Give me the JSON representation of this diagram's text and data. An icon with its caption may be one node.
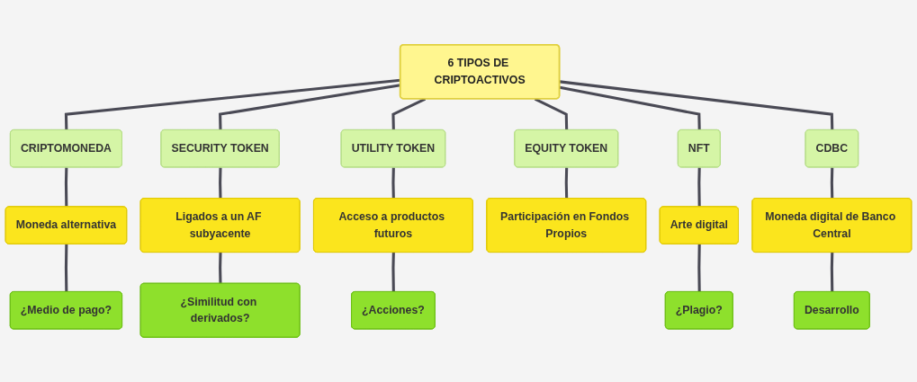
{
  "diagram": {
    "nodes": [
      {
        "text": [
          "6 TIPOS DE CRIPTOACTIVOS"
        ]
      },
      {
        "text": [
          "CRIPTOMONEDA"
        ]
      },
      {
        "text": [
          "SECURITY TOKEN"
        ]
      },
      {
        "text": [
          "UTILITY TOKEN"
        ]
      },
      {
        "text": [
          "EQUITY TOKEN"
        ]
      },
      {
        "text": [
          "NFT"
        ]
      },
      {
        "text": [
          "CDBC"
        ]
      },
      {
        "text": [
          "Moneda alternativa"
        ]
      },
      {
        "text": [
          "Ligados a un AF subyacente"
        ]
      },
      {
        "text": [
          "Acceso a productos futuros"
        ]
      },
      {
        "text": [
          "Participación en Fondos Propios"
        ]
      },
      {
        "text": [
          "Arte digital"
        ]
      },
      {
        "text": [
          "Moneda digital de Banco Central"
        ]
      },
      {
        "text": [
          "¿Medio de pago?"
        ]
      },
      {
        "text": [
          "¿Similitud con derivados?"
        ]
      },
      {
        "text": [
          "¿Acciones?"
        ]
      },
      {
        "text": [
          "¿Plagio?"
        ]
      },
      {
        "text": [
          "Desarrollo"
        ]
      }
    ],
    "edges": [
      {
        "from": 0,
        "to": 1,
        "arrow": "none"
      },
      {
        "from": 0,
        "to": 2,
        "arrow": "none"
      },
      {
        "from": 0,
        "to": 3,
        "arrow": "none"
      },
      {
        "from": 0,
        "to": 4,
        "arrow": "none"
      },
      {
        "from": 0,
        "to": 5,
        "arrow": "none"
      },
      {
        "from": 0,
        "to": 6,
        "arrow": "none"
      },
      {
        "from": 1,
        "to": 7,
        "arrow": "none"
      },
      {
        "from": 2,
        "to": 8,
        "arrow": "none"
      },
      {
        "from": 3,
        "to": 9,
        "arrow": "none"
      },
      {
        "from": 4,
        "to": 10,
        "arrow": "none"
      },
      {
        "from": 5,
        "to": 11,
        "arrow": "none"
      },
      {
        "from": 6,
        "to": 12,
        "arrow": "none"
      },
      {
        "from": 7,
        "to": 13,
        "arrow": "none"
      },
      {
        "from": 8,
        "to": 14,
        "arrow": "none"
      },
      {
        "from": 9,
        "to": 15,
        "arrow": "none"
      },
      {
        "from": 11,
        "to": 16,
        "arrow": "none"
      },
      {
        "from": 12,
        "to": 17,
        "arrow": "none"
      }
    ]
  }
}
